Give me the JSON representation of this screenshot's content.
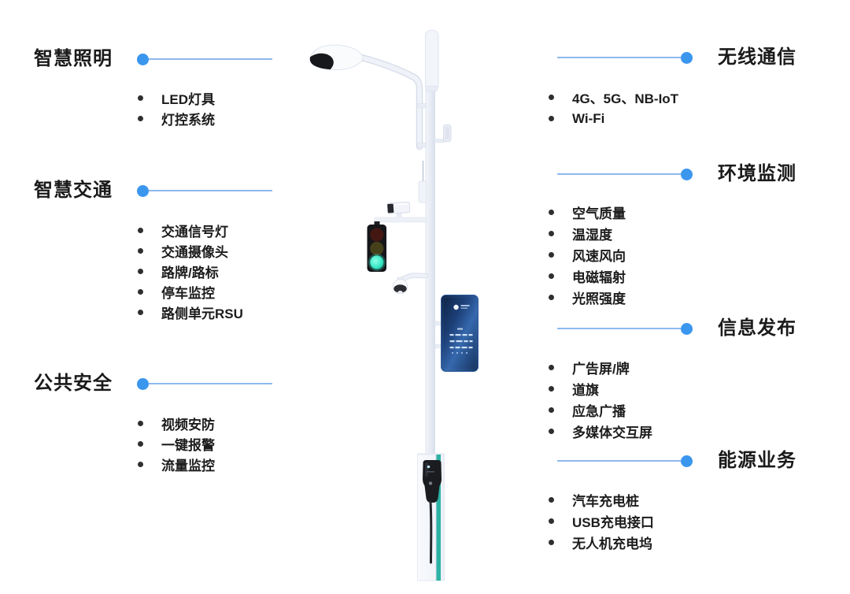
{
  "diagram_title": "smart-pole-features",
  "colors": {
    "background": "#ffffff",
    "accent_dot": "#3b96ee",
    "connector_line": "#8db9f0",
    "text": "#1a1a1a",
    "bullet": "#2f2f2f",
    "screen_blue": "#1d4079",
    "charging_stripe_teal": "#2cb2a4",
    "traffic_light_green": "#3ce8c6"
  },
  "sections": {
    "left": [
      {
        "title": "智慧照明",
        "items": [
          "LED灯具",
          "灯控系统"
        ]
      },
      {
        "title": "智慧交通",
        "items": [
          "交通信号灯",
          "交通摄像头",
          "路牌/路标",
          "停车监控",
          "路侧单元RSU"
        ]
      },
      {
        "title": "公共安全",
        "items": [
          "视频安防",
          "一键报警",
          "流量监控"
        ]
      }
    ],
    "right": [
      {
        "title": "无线通信",
        "items": [
          "4G、5G、NB-IoT",
          "Wi-Fi"
        ]
      },
      {
        "title": "环境监测",
        "items": [
          "空气质量",
          "温湿度",
          "风速风向",
          "电磁辐射",
          "光照强度"
        ]
      },
      {
        "title": "信息发布",
        "items": [
          "广告屏/牌",
          "道旗",
          "应急广播",
          "多媒体交互屏"
        ]
      },
      {
        "title": "能源业务",
        "items": [
          "汽车充电桩",
          "USB充电接口",
          "无人机充电坞"
        ]
      }
    ]
  },
  "pole": {
    "components": [
      "led-street-light-head",
      "lamp-arm",
      "5g-antenna",
      "whip-antenna",
      "rsu-box",
      "side-sensor-box",
      "traffic-camera",
      "traffic-signal-light",
      "dome-camera",
      "information-screen",
      "ev-charging-pile",
      "charging-gun",
      "charging-cable"
    ]
  }
}
